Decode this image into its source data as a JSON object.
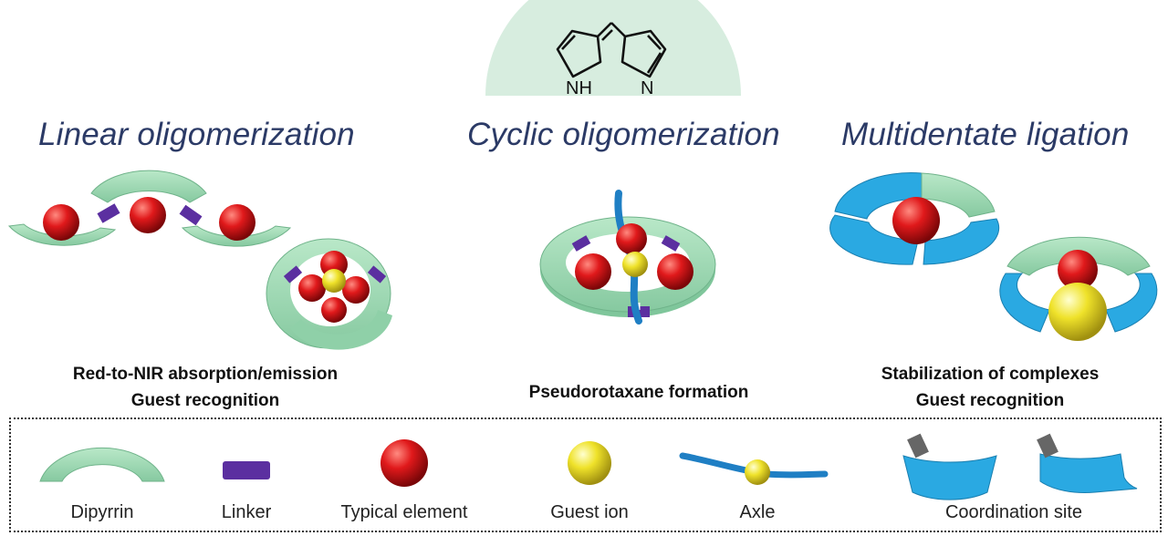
{
  "core": {
    "atom_nh": "NH",
    "atom_n": "N"
  },
  "headings": {
    "linear": "Linear oligomerization",
    "cyclic": "Cyclic oligomerization",
    "multidentate": "Multidentate ligation"
  },
  "captions": {
    "linear_line1": "Red-to-NIR absorption/emission",
    "linear_line2": "Guest recognition",
    "cyclic_line1": "Pseudorotaxane formation",
    "multi_line1": "Stabilization of complexes",
    "multi_line2": "Guest recognition"
  },
  "legend": {
    "dipyrrin": "Dipyrrin",
    "linker": "Linker",
    "typical_element": "Typical element",
    "guest_ion": "Guest ion",
    "axle": "Axle",
    "coordination_site": "Coordination site"
  },
  "colors": {
    "dipyrrin": "#9fd9b4",
    "dipyrrin_dark": "#6fb38a",
    "linker": "#5b2fa0",
    "element": "#e0191b",
    "guest": "#efe22a",
    "axle": "#1f7fc4",
    "coordination": "#2aa9e2",
    "coordination_dark": "#1a7fb0",
    "heading": "#2b3a66"
  }
}
